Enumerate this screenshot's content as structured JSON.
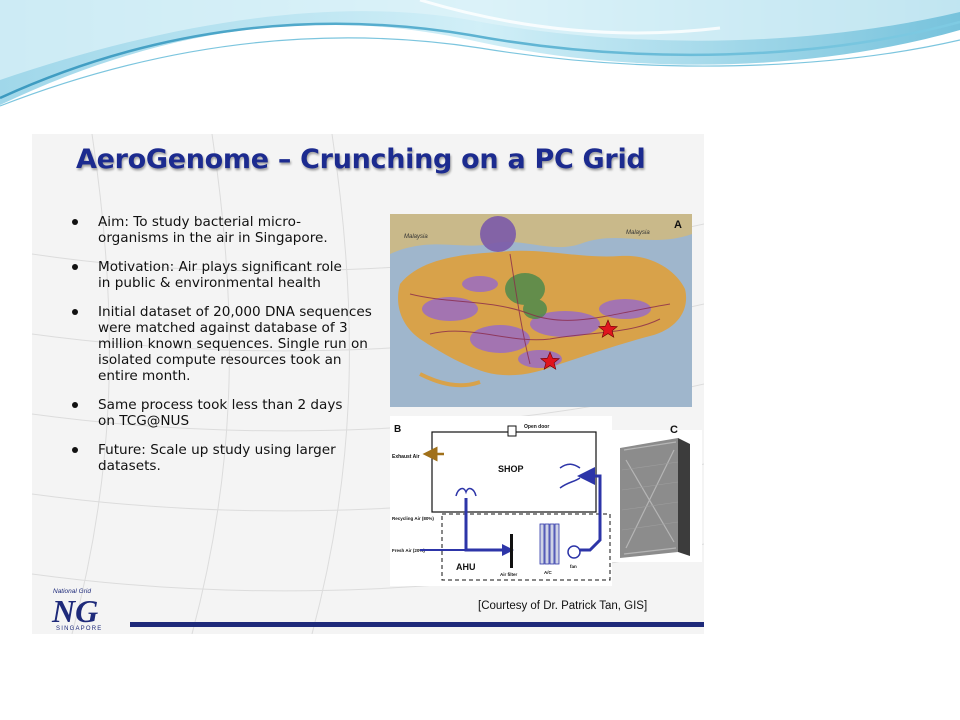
{
  "slide": {
    "title": "AeroGenome – Crunching on a PC Grid",
    "bullets": [
      "Aim: To study bacterial micro-organisms in the air in Singapore.",
      "Motivation: Air plays significant role in public & environmental health",
      "Initial dataset of 20,000 DNA sequences were matched against database of 3 million known sequences.  Single run on isolated compute resources took an entire month.",
      "Same process took less than 2 days on TCG@NUS",
      "Future: Scale up study using larger datasets."
    ],
    "courtesy": "[Courtesy of Dr. Patrick Tan, GIS]"
  },
  "figure": {
    "panel_a_label": "A",
    "panel_b_label": "B",
    "panel_c_label": "C",
    "map_labels": {
      "left_region": "Malaysia",
      "right_region": "Malaysia"
    },
    "schematic": {
      "room_label": "SHOP",
      "open_door": "Open door",
      "exhaust_air": "Exhaust Air",
      "recycling_air": "Recycling Air (80%)",
      "fresh_air": "Fresh Air (20%)",
      "ahu": "AHU",
      "air_filter": "Air filter",
      "ac": "A/C",
      "fan": "fan"
    },
    "marker_icon": "red-star-icon",
    "marker_color": "#e0141e"
  },
  "logo": {
    "top_text": "National Grid",
    "letters": "NG",
    "bottom_text": "SINGAPORE"
  },
  "colors": {
    "title": "#1c2b8f",
    "accent_rule": "#1e2a7a",
    "wave_light": "#bfe6f2",
    "wave_dark": "#3d9fc4",
    "marker": "#e0141e"
  }
}
